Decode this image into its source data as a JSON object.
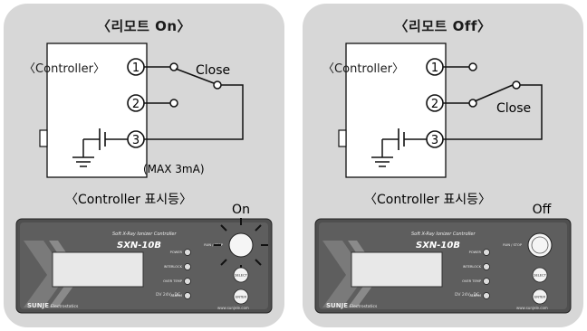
{
  "panels": [
    {
      "title": "〈리모트 On〉",
      "controller_label": "〈Controller〉",
      "pins": [
        "1",
        "2",
        "3"
      ],
      "switch_label": "Close",
      "current_note": "(MAX 3mA)",
      "display_caption": "〈Controller 표시등〉",
      "state_label": "On"
    },
    {
      "title": "〈리모트 Off〉",
      "controller_label": "〈Controller〉",
      "pins": [
        "1",
        "2",
        "3"
      ],
      "switch_label": "Close",
      "display_caption": "〈Controller 표시등〉",
      "state_label": "Off"
    }
  ],
  "device": {
    "product_line": "Soft X-Ray Ionizer Controller",
    "model": "SXN-10B",
    "brand": "SUNJE",
    "brand_sub": "Electrostatics",
    "run_stop": "RUN / STOP",
    "indicators": [
      "POWER",
      "INTERLOCK",
      "OVER TEMP",
      "ALARM"
    ],
    "select_label": "SELECT",
    "enter_label": "ENTER",
    "voltage": "DV 24V=DC",
    "website": "www.sunjele.com"
  },
  "colors": {
    "panel_bg": "#d7d7d7",
    "device_body": "#5a5a5a",
    "lcd": "#eaeaea",
    "line": "#111111"
  }
}
